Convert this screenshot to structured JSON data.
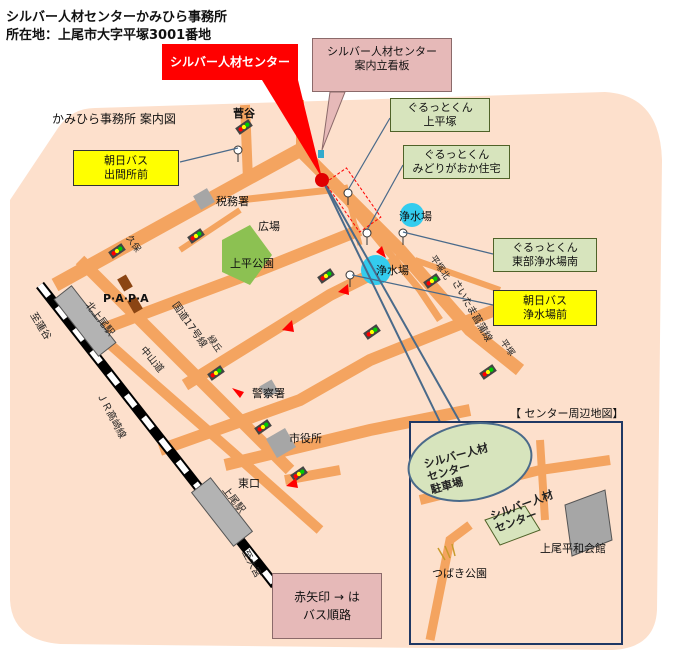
{
  "header": {
    "title": "シルバー人材センターかみひら事務所",
    "address": "所在地：上尾市大字平塚3001番地"
  },
  "map": {
    "title": "かみひら事務所  案内図",
    "center_label": "シルバー人材センター",
    "signboard_label": "シルバー人材センター\n案内立看板",
    "legend_note": "赤矢印 → は\nバス順路"
  },
  "bus_stops": [
    {
      "kind": "yellow",
      "text": "朝日バス\n出間所前"
    },
    {
      "kind": "green",
      "text": "ぐるっとくん\n上平塚"
    },
    {
      "kind": "green",
      "text": "ぐるっとくん\nみどりがおか住宅"
    },
    {
      "kind": "green",
      "text": "ぐるっとくん\n東部浄水場南"
    },
    {
      "kind": "yellow",
      "text": "朝日バス\n浄水場前"
    }
  ],
  "places": {
    "sugaya": "菅谷",
    "zeimusho": "税務署",
    "hiroba": "広場",
    "kamihira_koen": "上平公園",
    "kubo": "久保",
    "papa": "P·A·P·A",
    "kitaageo_eki": "北上尾駅",
    "shiki_hasuda": "至蓮谷",
    "jr_line": "ＪＲ高崎線",
    "nakasendo": "中山道",
    "kokudo17": "国道17号線",
    "kamikogi": "緑丘",
    "keisatsusho": "警察署",
    "shiyakusho": "市役所",
    "higashiguchi": "東口",
    "ageo_eki": "上尾駅",
    "shi_omiya": "至大宮",
    "josuijo1": "浄水場",
    "josuijo2": "浄水場",
    "hiratsuka_kita": "平塚北",
    "hiratsuka": "平塚",
    "saitama_road": "さいたま菖蒲線"
  },
  "inset": {
    "title": "【 センター周辺地図】",
    "parking": "シルバー人材\nセンター\n駐車場",
    "center": "シルバー人材\nセンター",
    "hall": "上尾平和会館",
    "park": "つばき公園"
  },
  "colors": {
    "background_area": "#fde0cc",
    "road": "#f4a460",
    "park": "#8cc152",
    "water": "#33ccee",
    "building": "#a6a6a6",
    "route_arrow": "#ff0000"
  }
}
